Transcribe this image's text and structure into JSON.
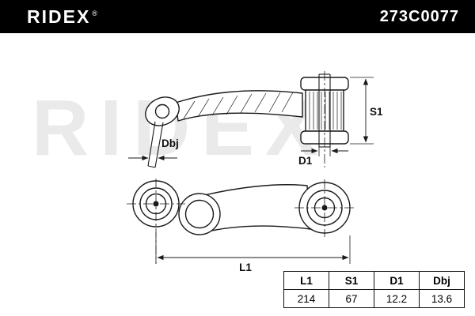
{
  "header": {
    "brand": "RIDEX",
    "registered": "®",
    "part_number": "273C0077"
  },
  "watermark": {
    "text": "RIDEX",
    "registered": "®"
  },
  "drawing": {
    "labels": {
      "s1": "S1",
      "d1": "D1",
      "dbj": "Dbj",
      "l1": "L1"
    }
  },
  "spec_table": {
    "headers": [
      "L1",
      "S1",
      "D1",
      "Dbj"
    ],
    "values": [
      "214",
      "67",
      "12.2",
      "13.6"
    ]
  },
  "colors": {
    "header_bg": "#000000",
    "line": "#1a1a1a",
    "watermark": "#eaeaea",
    "background": "#ffffff"
  }
}
